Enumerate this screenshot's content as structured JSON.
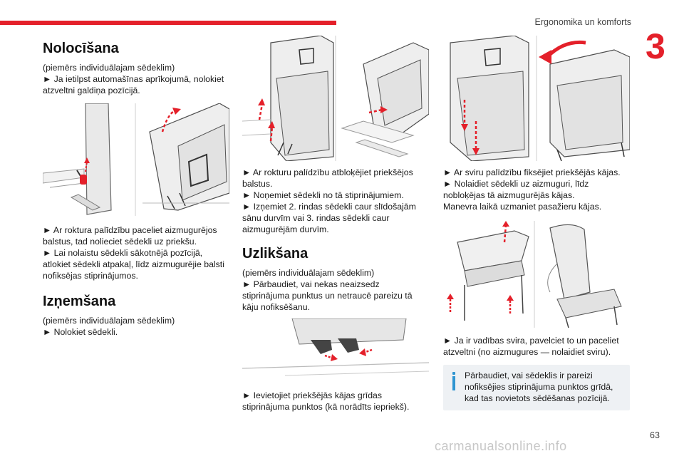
{
  "header": {
    "title": "Ergonomika un komforts",
    "chapter": "3",
    "page_number": "63"
  },
  "colors": {
    "accent": "#e4202a",
    "info": "#2f95d1",
    "note_bg": "#eef1f4"
  },
  "col1": {
    "heading1": "Nolocīšana",
    "p1": "(piemērs individuālajam sēdeklim)",
    "p2": "► Ja ietilpst automašīnas aprīkojumā, nolokiet atzveltni galdiņa pozīcijā.",
    "p3": "► Ar roktura palīdzību paceliet aizmugurējos balstus, tad nolieciet sēdekli uz priekšu.",
    "p4": "► Lai nolaistu sēdekli sākotnējā pozīcijā, atlokiet sēdekli atpakaļ, līdz aizmugurējie balsti nofiksējas stiprinājumos.",
    "heading2": "Izņemšana",
    "p5": "(piemērs individuālajam sēdeklim)",
    "p6": "► Nolokiet sēdekli."
  },
  "col2": {
    "p1": "► Ar rokturu palīdzību atbloķējiet priekšējos balstus.",
    "p2": "► Noņemiet sēdekli no tā stiprinājumiem.",
    "p3": "► Izņemiet 2. rindas sēdekli caur slīdošajām sānu durvīm vai 3. rindas sēdekli caur aizmugurējām durvīm.",
    "heading": "Uzlikšana",
    "p4": "(piemērs individuālajam sēdeklim)",
    "p5": "► Pārbaudiet, vai nekas neaizsedz stiprinājuma punktus un netraucē pareizu tā kāju nofiksēšanu.",
    "p6": "► Ievietojiet priekšējās kājas grīdas stiprinājuma punktos (kā norādīts iepriekš)."
  },
  "col3": {
    "p1": "► Ar sviru palīdzību fiksējiet priekšējās kājas.",
    "p2": "► Nolaidiet sēdekli uz aizmuguri, līdz nobloķējas tā aizmugurējās kājas.",
    "p3": "Manevra laikā uzmaniet pasažieru kājas.",
    "p4": "► Ja ir vadības svira, pavelciet to un paceliet atzveltni (no aizmugures — nolaidiet sviru).",
    "note": "Pārbaudiet, vai sēdeklis ir pareizi nofiksējies stiprinājuma punktos grīdā, kad tas novietots sēdēšanas pozīcijā."
  },
  "watermark": "carmanualsonline.info",
  "icons": {
    "info": "info-icon"
  }
}
